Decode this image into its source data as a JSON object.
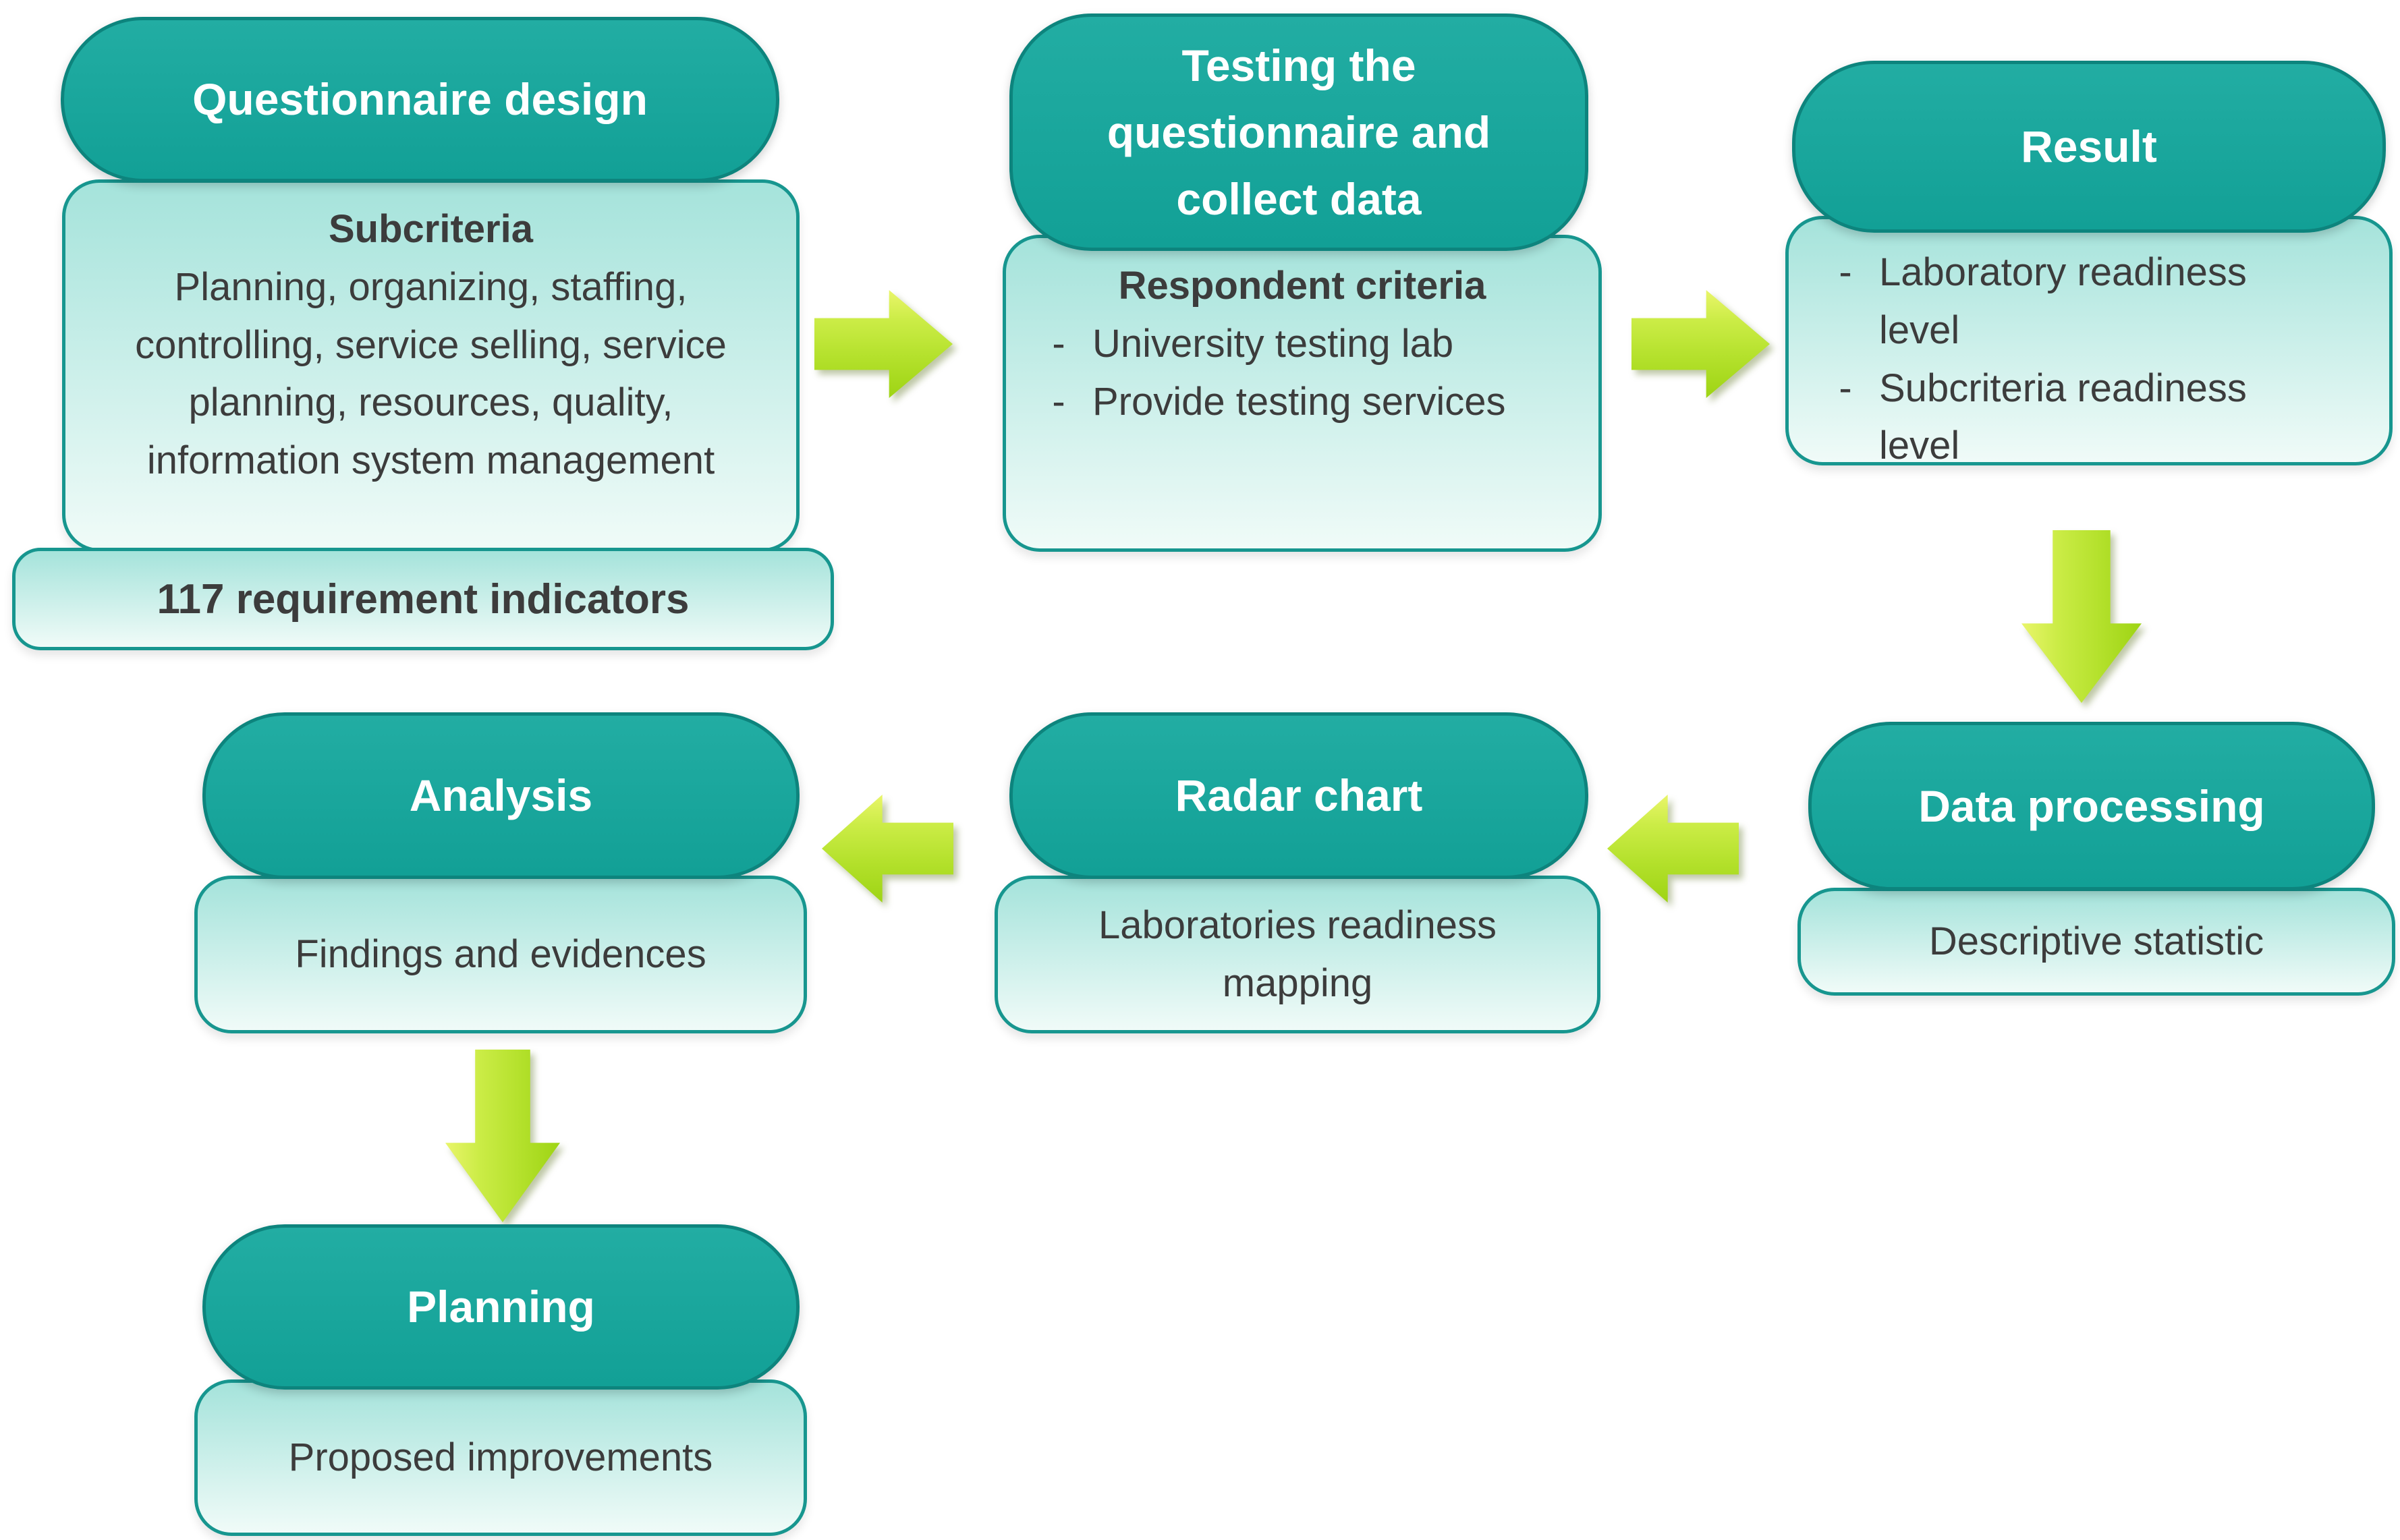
{
  "theme": {
    "pageBg": "#ffffff",
    "pillTop": "#22ada3",
    "pillBottom": "#12a096",
    "pillBorder": "#0d847d",
    "boxTop": "#a5e3db",
    "boxBottom": "#f0fbf8",
    "boxBorder": "#17968f",
    "arrowLight": "#e9f56a",
    "arrowMid1": "#cbec46",
    "arrowMid2": "#b4e12c",
    "arrowDark": "#9ed414",
    "textDark": "#3c3c3c",
    "textWhite": "#ffffff"
  },
  "marker": "-",
  "nodes": {
    "questionnaire": {
      "title": "Questionnaire design",
      "subtitle": "Subcriteria",
      "body": "Planning, organizing, staffing, controlling, service selling, service planning, resources, quality, information system management",
      "footer": "117 requirement indicators"
    },
    "testing": {
      "title": "Testing the questionnaire and collect data",
      "subtitle": "Respondent criteria",
      "bullets": [
        "University testing lab",
        "Provide testing services"
      ]
    },
    "result": {
      "title": "Result",
      "bullets": [
        "Laboratory readiness level",
        "Subcriteria readiness level"
      ]
    },
    "dataProcessing": {
      "title": "Data processing",
      "body": "Descriptive statistic"
    },
    "radarChart": {
      "title": "Radar chart",
      "body": "Laboratories readiness mapping"
    },
    "analysis": {
      "title": "Analysis",
      "body": "Findings and evidences"
    },
    "planning": {
      "title": "Planning",
      "body": "Proposed improvements"
    }
  }
}
